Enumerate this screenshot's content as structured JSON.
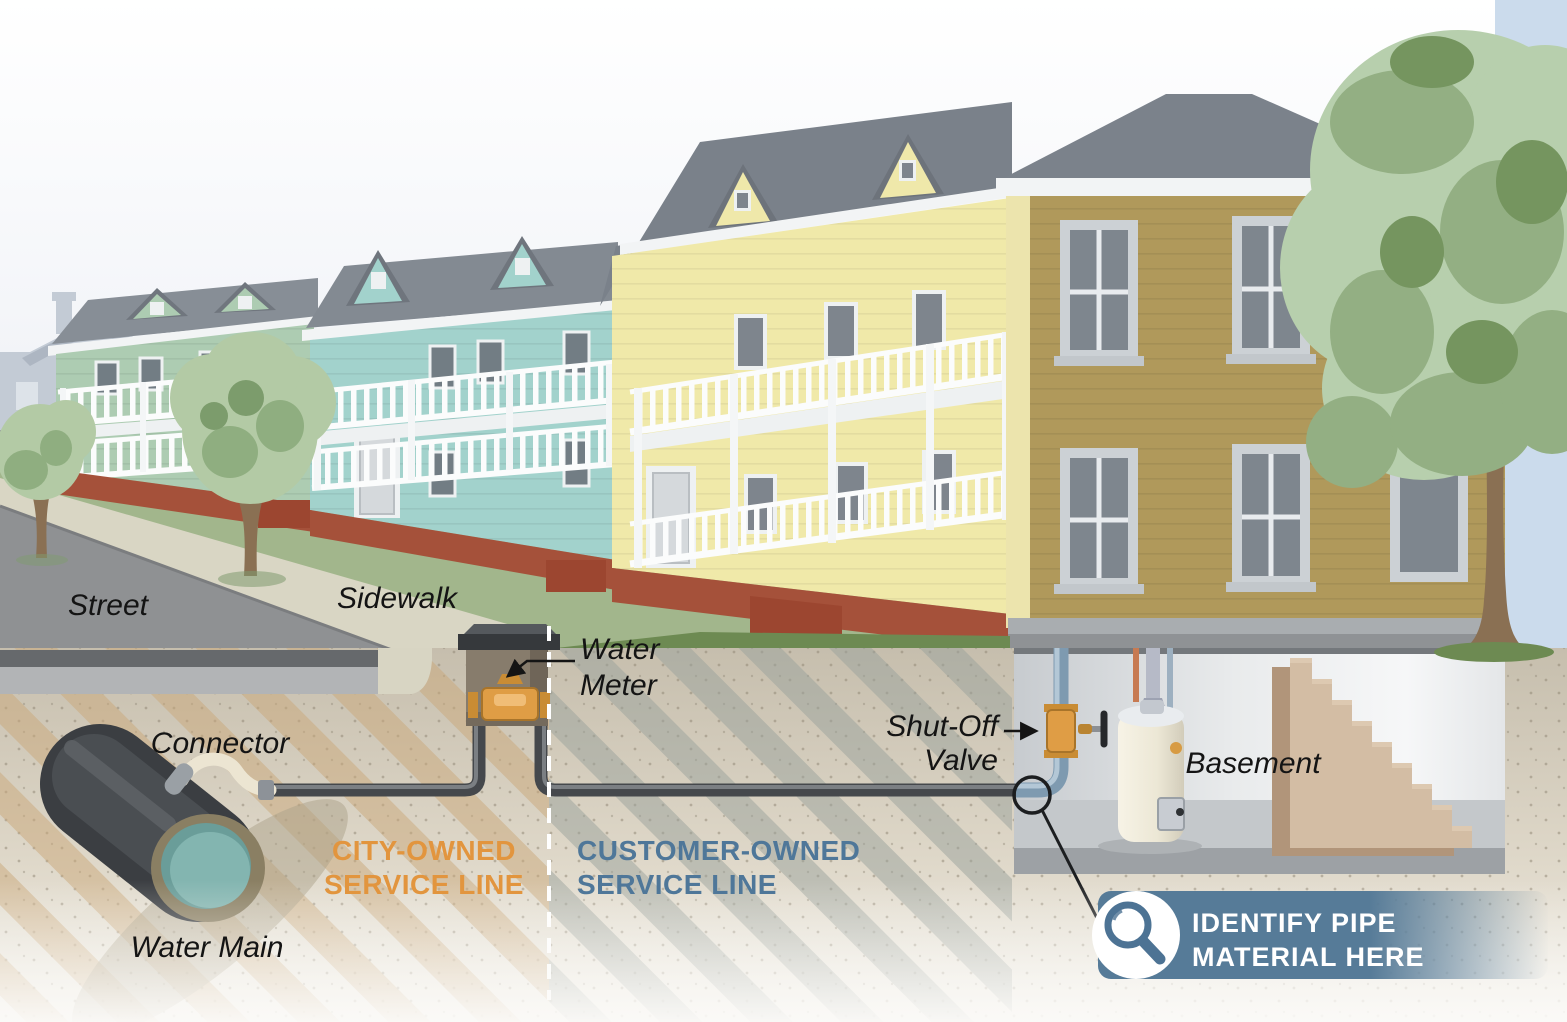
{
  "labels": {
    "street": "Street",
    "sidewalk": "Sidewalk",
    "water_meter_line1": "Water",
    "water_meter_line2": "Meter",
    "connector": "Connector",
    "water_main": "Water Main",
    "shut_off_line1": "Shut-Off",
    "shut_off_line2": "Valve",
    "basement": "Basement"
  },
  "ownership": {
    "city_line1": "CITY-OWNED",
    "city_line2": "SERVICE LINE",
    "city_color": "#e2953e",
    "customer_line1": "CUSTOMER-OWNED",
    "customer_line2": "SERVICE LINE",
    "customer_color": "#4f7799"
  },
  "banner": {
    "line1": "IDENTIFY PIPE",
    "line2": "MATERIAL HERE",
    "background_color": "#567b98",
    "text_color": "#ffffff",
    "icon": "magnifying-glass-icon"
  },
  "colors": {
    "city_service_line_pipe": "#45484c",
    "interior_pipe_blue": "#7e9ab0",
    "valve_brass": "#df9d45",
    "water_main_dark": "#3b3e42",
    "boundary_dashed_line": "#ffffff"
  }
}
